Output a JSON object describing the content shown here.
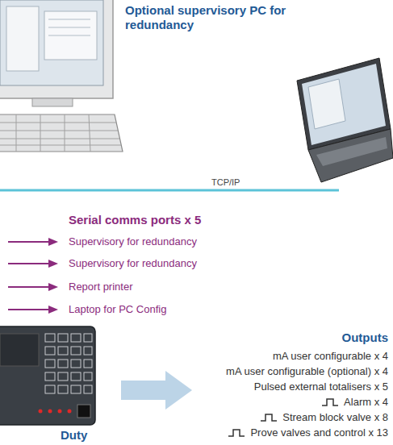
{
  "diagram": {
    "labels": [
      "Optional supervisory PC for redundancy",
      "TCP/IP",
      "Serial comms ports x 5",
      "Supervisory for redundancy",
      "Supervisory for redundancy",
      "Report printer",
      "Laptop for PC Config",
      "Outputs",
      "mA user configurable x 4",
      "mA user configurable (optional) x 4",
      "Pulsed external totalisers x 5",
      "Alarm x 4",
      "Stream block valve x 8",
      "Prove valves and control x 13",
      "Duty"
    ]
  }
}
